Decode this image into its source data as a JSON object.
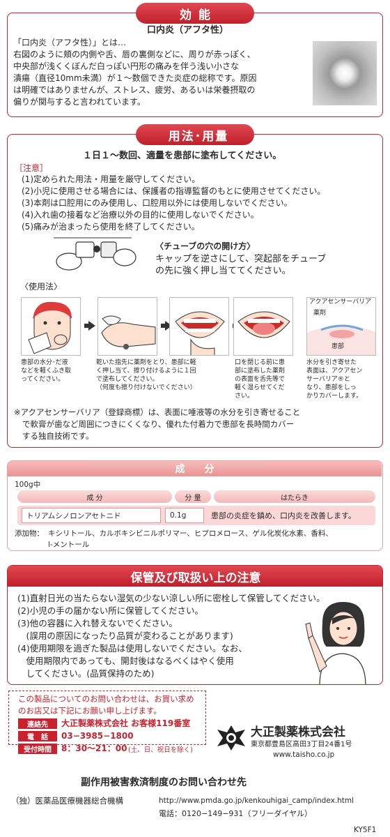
{
  "effect": {
    "banner": "効能",
    "title": "口内炎（アフタ性）",
    "lines": [
      "「口内炎（アフタ性）」とは…",
      "右図のように頬の内側や舌、唇の裏側などに、周りが赤っぽく、",
      "中央部が浅くくぼんだ白っぽい円形の痛みを伴う浅い小さな",
      "潰瘍（直径10mm未満）が１～数個できた炎症の総称です。原因",
      "は明確ではありませんが、ストレス、疲労、あるいは栄養摂取の",
      "偏りが関与すると言われています。"
    ]
  },
  "dosage": {
    "banner": "用法･用量",
    "main": "１日１～数回、適量を患部に塗布してください。",
    "caution_label": "［注意］",
    "cautions": [
      "(1)定められた用法・用量を厳守してください。",
      "(2)小児に使用させる場合には、保護者の指導監督のもとに使用させてください。",
      "(3)本剤は口腔用にのみ使用し、口腔用以外には使用しないでください。",
      "(4)入れ歯の接着など治療以外の目的に使用しないでください。",
      "(5)痛みが治まったら使用を終了してください。"
    ],
    "tube_title": "〈チューブの穴の開け方〉",
    "tube_lines": [
      "キャップを逆さにして、突起部をチューブ",
      "の先に強く押し当ててください。"
    ],
    "usage_label": "〈使用法〉",
    "step1": [
      "患部の水分･だ液",
      "などを軽くふき取",
      "ってください。"
    ],
    "step2": [
      "乾いた指先に薬剤をとり、患部に軽",
      "く押し当て、擦り付けるように１回",
      "で塗布してください。",
      "（何度も擦り付けないでください）"
    ],
    "step3": [
      "口を閉じる前に患",
      "部に塗布した薬剤",
      "の表面を舌先等で",
      "軽く湿らせてくだ",
      "さい。"
    ],
    "step4": [
      "水分を引き寄せた",
      "表面は、アクアセン",
      "サーバリア®と",
      "なり、患部をしっ",
      "かりカバーします。"
    ],
    "diagram_labels": {
      "barrier": "アクアセンサーバリア",
      "drug": "薬剤",
      "lesion": "患部"
    },
    "note": [
      "※アクアセンサーバリア（登録商標）は、表面に唾液等の水分を引き寄せること",
      "で軟膏が歯など周囲につきにくくなり、優れた付着力で患部を長時間カバー",
      "する独自技術です。"
    ]
  },
  "ingredients": {
    "banner": "成分",
    "per": "100g中",
    "headers": [
      "成 分",
      "分 量",
      "はたらき"
    ],
    "row": {
      "name": "トリアムシノロンアセトニド",
      "amount": "0.1g",
      "effect": "患部の炎症を鎮め、口内炎を改善します。"
    },
    "additives_label": "添加物：",
    "additives": [
      "キシリトール、カルボキシビニルポリマー、ヒプロメロース、ゲル化炭化水素、香料、",
      "l-メントール"
    ]
  },
  "storage": {
    "banner": "保管及び取扱い上の注意",
    "lines": [
      "(1)直射日光の当たらない湿気の少ない涼しい所に密栓して保管してください。",
      "(2)小児の手の届かない所に保管してください。",
      "(3)他の容器に入れ替えないでください。",
      "　(誤用の原因になったり品質が変わることがあります)",
      "(4)使用期限を過ぎた製品は使用しないでください。なお、",
      "　使用期限内であっても、開封後はなるべくはやく使用",
      "　してください。(品質保持のため)"
    ]
  },
  "contact": {
    "intro": [
      "この製品についてのお問い合わせは、お買い求め",
      "のお店又は下記にお願い申し上げます。"
    ],
    "rows": [
      {
        "label": "連絡先",
        "value": "大正製薬株式会社 お客様119番室"
      },
      {
        "label": "電　話",
        "value": "03−3985−1800"
      },
      {
        "label": "受付時間",
        "value": "8：30～21：00",
        "note": "(土、日、祝日を除く)"
      }
    ],
    "company": "大正製薬株式会社",
    "address": "東京都豊島区高田3丁目24番1号",
    "url": "www.taisho.co.jp"
  },
  "relief": {
    "title": "副作用被害救済制度のお問い合わせ先",
    "org": "（独）医薬品医療機器総合機構",
    "url": "http://www.pmda.go.jp/kenkouhigai_camp/index.html",
    "phone": "電話：0120−149−931（フリーダイヤル）"
  },
  "code": "KY5F1"
}
